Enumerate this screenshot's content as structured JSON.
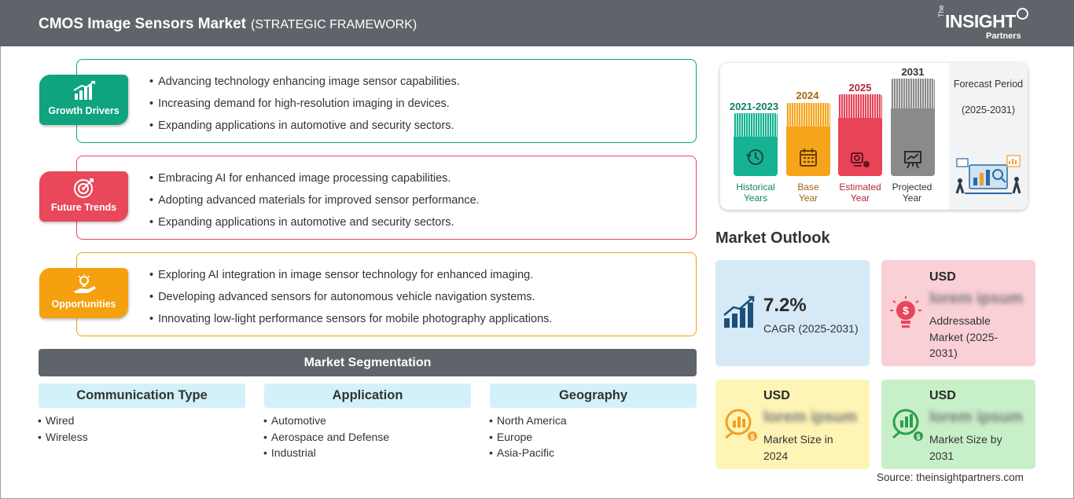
{
  "header": {
    "title": "CMOS Image Sensors Market",
    "subtitle": "(STRATEGIC FRAMEWORK)",
    "logo_the": "The",
    "logo_brand": "INSIGHT",
    "logo_partners": "Partners"
  },
  "framework": [
    {
      "label": "Growth Drivers",
      "icon": "growth-chart-icon",
      "color": "#10a37f",
      "items": [
        "Advancing technology enhancing image sensor capabilities.",
        "Increasing demand for high-resolution imaging in devices.",
        "Expanding applications in automotive and security sectors."
      ]
    },
    {
      "label": "Future Trends",
      "icon": "target-icon",
      "color": "#e9485a",
      "items": [
        "Embracing AI for enhanced image processing capabilities.",
        "Adopting advanced materials for improved sensor performance.",
        "Expanding applications in automotive and security sectors."
      ]
    },
    {
      "label": "Opportunities",
      "icon": "lightbulb-hand-icon",
      "color": "#f5a00f",
      "items": [
        "Exploring AI integration in image sensor technology for enhanced imaging.",
        "Developing advanced sensors for autonomous vehicle navigation systems.",
        "Innovating low-light performance sensors for mobile photography applications."
      ]
    }
  ],
  "segmentation": {
    "title": "Market Segmentation",
    "columns": [
      {
        "title": "Communication Type",
        "items": [
          "Wired",
          "Wireless"
        ]
      },
      {
        "title": "Application",
        "items": [
          "Automotive",
          "Aerospace and Defense",
          "Industrial"
        ]
      },
      {
        "title": "Geography",
        "items": [
          "North America",
          "Europe",
          "Asia-Pacific"
        ]
      }
    ]
  },
  "timeline": {
    "columns": [
      {
        "year": "2021-2023",
        "label_line1": "Historical",
        "label_line2": "Years",
        "color": "#15b394",
        "text_color": "#0f7f68",
        "icon": "history-icon"
      },
      {
        "year": "2024",
        "label_line1": "Base",
        "label_line2": "Year",
        "color": "#f6a51b",
        "text_color": "#a3650c",
        "icon": "calendar-icon"
      },
      {
        "year": "2025",
        "label_line1": "Estimated",
        "label_line2": "Year",
        "color": "#e84457",
        "text_color": "#b5283a",
        "icon": "estimate-icon"
      },
      {
        "year": "2031",
        "label_line1": "Projected",
        "label_line2": "Year",
        "color": "#8a8a8a",
        "text_color": "#333333",
        "icon": "projection-board-icon"
      }
    ],
    "forecast_title": "Forecast Period",
    "forecast_range": "(2025-2031)"
  },
  "outlook": {
    "title": "Market Outlook",
    "cagr": {
      "value": "7.2%",
      "label": "CAGR (2025-2031)",
      "bg": "#d5eaf6",
      "icon": "bar-growth-icon"
    },
    "addressable": {
      "currency": "USD",
      "value": "lorem ipsum",
      "label": "Addressable Market (2025-2031)",
      "bg": "#f9d0d6",
      "icon": "money-bulb-icon"
    },
    "size_2024": {
      "currency": "USD",
      "value": "lorem ipsum",
      "label": "Market Size in 2024",
      "bg": "#fdf4b5",
      "icon": "coin-chart-icon"
    },
    "size_2031": {
      "currency": "USD",
      "value": "lorem ipsum",
      "label": "Market Size by 2031",
      "bg": "#c8f0c8",
      "icon": "coin-growth-icon"
    }
  },
  "source": "Source: theinsightpartners.com"
}
